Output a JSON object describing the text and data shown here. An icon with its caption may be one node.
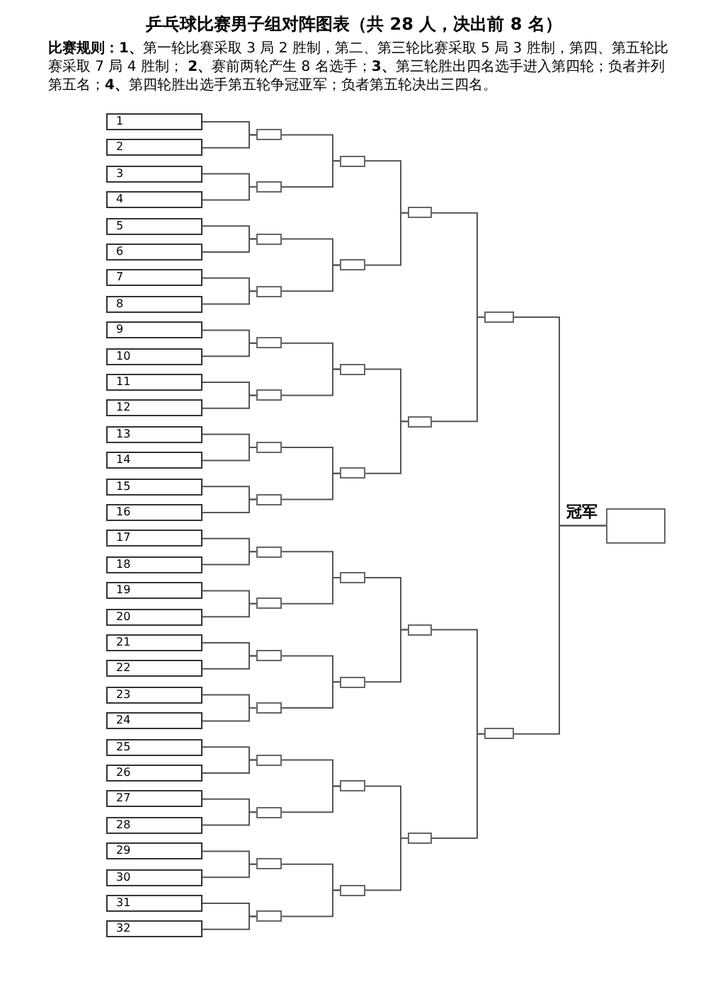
{
  "diagram": {
    "title": "乒乓球比赛男子组对阵图表（共 28 人，决出前 8 名）",
    "nodes": [
      {
        "text": [
          "1"
        ]
      },
      {
        "text": [
          "2"
        ]
      },
      {
        "text": [
          "3"
        ]
      },
      {
        "text": [
          "4"
        ]
      },
      {
        "text": [
          "5"
        ]
      },
      {
        "text": [
          "6"
        ]
      },
      {
        "text": [
          "7"
        ]
      },
      {
        "text": [
          "8"
        ]
      },
      {
        "text": [
          "9"
        ]
      },
      {
        "text": [
          "10"
        ]
      },
      {
        "text": [
          "11"
        ]
      },
      {
        "text": [
          "12"
        ]
      },
      {
        "text": [
          "13"
        ]
      },
      {
        "text": [
          "14"
        ]
      },
      {
        "text": [
          "15"
        ]
      },
      {
        "text": [
          "16"
        ]
      },
      {
        "text": [
          "17"
        ]
      },
      {
        "text": [
          "18"
        ]
      },
      {
        "text": [
          "19"
        ]
      },
      {
        "text": [
          "20"
        ]
      },
      {
        "text": [
          "21"
        ]
      },
      {
        "text": [
          "22"
        ]
      },
      {
        "text": [
          "23"
        ]
      },
      {
        "text": [
          "24"
        ]
      },
      {
        "text": [
          "25"
        ]
      },
      {
        "text": [
          "26"
        ]
      },
      {
        "text": [
          "27"
        ]
      },
      {
        "text": [
          "28"
        ]
      },
      {
        "text": [
          "29"
        ]
      },
      {
        "text": [
          "30"
        ]
      },
      {
        "text": [
          "31"
        ]
      },
      {
        "text": [
          "32"
        ]
      },
      {
        "text": [],
        "shape": "box"
      },
      {
        "text": [],
        "shape": "box"
      },
      {
        "text": [],
        "shape": "box"
      },
      {
        "text": [],
        "shape": "box"
      },
      {
        "text": [],
        "shape": "box"
      },
      {
        "text": [],
        "shape": "box"
      },
      {
        "text": [],
        "shape": "box"
      },
      {
        "text": [],
        "shape": "box"
      },
      {
        "text": [],
        "shape": "box"
      },
      {
        "text": [],
        "shape": "box"
      },
      {
        "text": [],
        "shape": "box"
      },
      {
        "text": [],
        "shape": "box"
      },
      {
        "text": [],
        "shape": "box"
      },
      {
        "text": [],
        "shape": "box"
      },
      {
        "text": [],
        "shape": "box"
      },
      {
        "text": [],
        "shape": "box"
      },
      {
        "text": [],
        "shape": "box"
      },
      {
        "text": [],
        "shape": "box"
      },
      {
        "text": [],
        "shape": "box"
      },
      {
        "text": [],
        "shape": "box"
      },
      {
        "text": [],
        "shape": "box"
      },
      {
        "text": [],
        "shape": "box"
      },
      {
        "text": [],
        "shape": "box"
      },
      {
        "text": [],
        "shape": "box"
      },
      {
        "text": [],
        "shape": "box"
      },
      {
        "text": [],
        "shape": "box"
      },
      {
        "text": [],
        "shape": "box"
      },
      {
        "text": [],
        "shape": "box"
      },
      {
        "text": [],
        "shape": "box"
      },
      {
        "text": [],
        "shape": "box"
      },
      {
        "text": [],
        "shape": "box",
        "beside": [
          "冠军"
        ]
      }
    ],
    "edges": [
      {
        "from": 0,
        "to": 32,
        "arrow": "none"
      },
      {
        "from": 1,
        "to": 32,
        "arrow": "none"
      },
      {
        "from": 2,
        "to": 33,
        "arrow": "none"
      },
      {
        "from": 3,
        "to": 33,
        "arrow": "none"
      },
      {
        "from": 4,
        "to": 34,
        "arrow": "none"
      },
      {
        "from": 5,
        "to": 34,
        "arrow": "none"
      },
      {
        "from": 6,
        "to": 35,
        "arrow": "none"
      },
      {
        "from": 7,
        "to": 35,
        "arrow": "none"
      },
      {
        "from": 8,
        "to": 36,
        "arrow": "none"
      },
      {
        "from": 9,
        "to": 36,
        "arrow": "none"
      },
      {
        "from": 10,
        "to": 37,
        "arrow": "none"
      },
      {
        "from": 11,
        "to": 37,
        "arrow": "none"
      },
      {
        "from": 12,
        "to": 38,
        "arrow": "none"
      },
      {
        "from": 13,
        "to": 38,
        "arrow": "none"
      },
      {
        "from": 14,
        "to": 39,
        "arrow": "none"
      },
      {
        "from": 15,
        "to": 39,
        "arrow": "none"
      },
      {
        "from": 16,
        "to": 40,
        "arrow": "none"
      },
      {
        "from": 17,
        "to": 40,
        "arrow": "none"
      },
      {
        "from": 18,
        "to": 41,
        "arrow": "none"
      },
      {
        "from": 19,
        "to": 41,
        "arrow": "none"
      },
      {
        "from": 20,
        "to": 42,
        "arrow": "none"
      },
      {
        "from": 21,
        "to": 42,
        "arrow": "none"
      },
      {
        "from": 22,
        "to": 43,
        "arrow": "none"
      },
      {
        "from": 23,
        "to": 43,
        "arrow": "none"
      },
      {
        "from": 24,
        "to": 44,
        "arrow": "none"
      },
      {
        "from": 25,
        "to": 44,
        "arrow": "none"
      },
      {
        "from": 26,
        "to": 45,
        "arrow": "none"
      },
      {
        "from": 27,
        "to": 45,
        "arrow": "none"
      },
      {
        "from": 28,
        "to": 46,
        "arrow": "none"
      },
      {
        "from": 29,
        "to": 46,
        "arrow": "none"
      },
      {
        "from": 30,
        "to": 47,
        "arrow": "none"
      },
      {
        "from": 31,
        "to": 47,
        "arrow": "none"
      },
      {
        "from": 32,
        "to": 48,
        "arrow": "none"
      },
      {
        "from": 33,
        "to": 48,
        "arrow": "none"
      },
      {
        "from": 34,
        "to": 49,
        "arrow": "none"
      },
      {
        "from": 35,
        "to": 49,
        "arrow": "none"
      },
      {
        "from": 36,
        "to": 50,
        "arrow": "none"
      },
      {
        "from": 37,
        "to": 50,
        "arrow": "none"
      },
      {
        "from": 38,
        "to": 51,
        "arrow": "none"
      },
      {
        "from": 39,
        "to": 51,
        "arrow": "none"
      },
      {
        "from": 40,
        "to": 52,
        "arrow": "none"
      },
      {
        "from": 41,
        "to": 52,
        "arrow": "none"
      },
      {
        "from": 42,
        "to": 53,
        "arrow": "none"
      },
      {
        "from": 43,
        "to": 53,
        "arrow": "none"
      },
      {
        "from": 44,
        "to": 54,
        "arrow": "none"
      },
      {
        "from": 45,
        "to": 54,
        "arrow": "none"
      },
      {
        "from": 46,
        "to": 55,
        "arrow": "none"
      },
      {
        "from": 47,
        "to": 55,
        "arrow": "none"
      },
      {
        "from": 48,
        "to": 56,
        "arrow": "none"
      },
      {
        "from": 49,
        "to": 56,
        "arrow": "none"
      },
      {
        "from": 50,
        "to": 57,
        "arrow": "none"
      },
      {
        "from": 51,
        "to": 57,
        "arrow": "none"
      },
      {
        "from": 52,
        "to": 58,
        "arrow": "none"
      },
      {
        "from": 53,
        "to": 58,
        "arrow": "none"
      },
      {
        "from": 54,
        "to": 59,
        "arrow": "none"
      },
      {
        "from": 55,
        "to": 59,
        "arrow": "none"
      },
      {
        "from": 56,
        "to": 60,
        "arrow": "none"
      },
      {
        "from": 57,
        "to": 60,
        "arrow": "none"
      },
      {
        "from": 58,
        "to": 61,
        "arrow": "none"
      },
      {
        "from": 59,
        "to": 61,
        "arrow": "none"
      },
      {
        "from": 60,
        "to": 62,
        "arrow": "none"
      },
      {
        "from": 61,
        "to": 62,
        "arrow": "none"
      }
    ],
    "labels": [
      "**比赛规则：1、**第一轮比赛采取 3 局 2 胜制，第二、第三轮比赛采取 5 局 3 胜制，第四、第五轮比赛采取 7 局 4 胜制； **2、**赛前两轮产生 8 名选手；**3、**第三轮胜出四名选手进入第四轮；负者并列第五名；**4、**第四轮胜出选手第五轮争冠亚军；负者第五轮决出三四名。"
    ]
  }
}
